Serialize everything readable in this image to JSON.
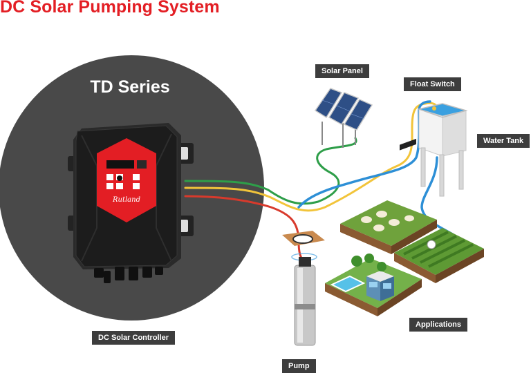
{
  "page": {
    "title": "DC Solar Pumping System",
    "series_title": "TD Series"
  },
  "labels": {
    "solar_panel": "Solar Panel",
    "float_switch": "Float Switch",
    "water_tank": "Water Tank",
    "pump": "Pump",
    "applications": "Applications",
    "controller": "DC Solar Controller"
  },
  "controller_panel": {
    "logo_text": "Rutland"
  },
  "colors": {
    "brand_red": "#e31e24",
    "tag_bg": "#3d3d3d",
    "circle_bg": "#494949",
    "wire_green": "#2e9e49",
    "wire_yellow": "#f2c43a",
    "wire_red": "#d83a2c",
    "wire_blue": "#2d8fd6"
  }
}
